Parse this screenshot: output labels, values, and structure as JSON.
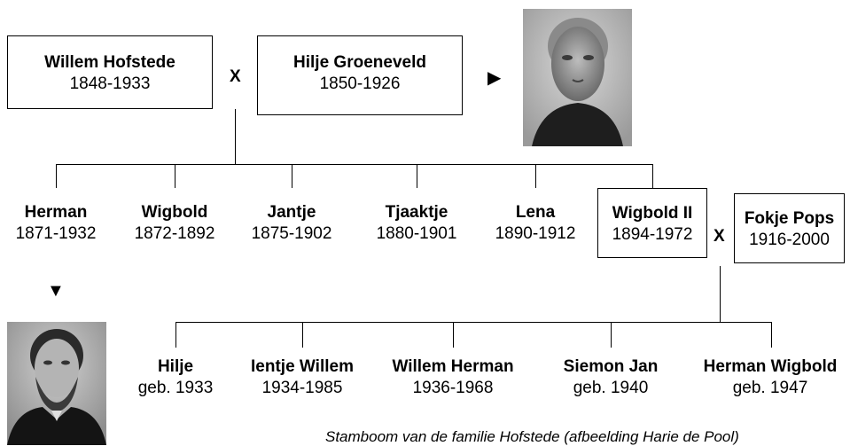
{
  "couple1": {
    "husband": {
      "name": "Willem Hofstede",
      "dates": "1848-1933"
    },
    "marriage_symbol": "X",
    "wife": {
      "name": "Hilje Groeneveld",
      "dates": "1850-1926"
    }
  },
  "photo_arrow_right": "▶",
  "photo_arrow_down": "▼",
  "children1": [
    {
      "name": "Herman",
      "dates": "1871-1932"
    },
    {
      "name": "Wigbold",
      "dates": "1872-1892"
    },
    {
      "name": "Jantje",
      "dates": "1875-1902"
    },
    {
      "name": "Tjaaktje",
      "dates": "1880-1901"
    },
    {
      "name": "Lena",
      "dates": "1890-1912"
    },
    {
      "name": "Wigbold II",
      "dates": "1894-1972"
    }
  ],
  "couple2": {
    "marriage_symbol": "X",
    "wife": {
      "name": "Fokje Pops",
      "dates": "1916-2000"
    }
  },
  "children2": [
    {
      "name": "Hilje",
      "dates": "geb. 1933"
    },
    {
      "name": "Ientje Willem",
      "dates": "1934-1985"
    },
    {
      "name": "Willem Herman",
      "dates": "1936-1968"
    },
    {
      "name": "Siemon Jan",
      "dates": "geb. 1940"
    },
    {
      "name": "Herman Wigbold",
      "dates": "geb. 1947"
    }
  ],
  "caption": "Stamboom van de familie Hofstede (afbeelding Harie de Pool)"
}
